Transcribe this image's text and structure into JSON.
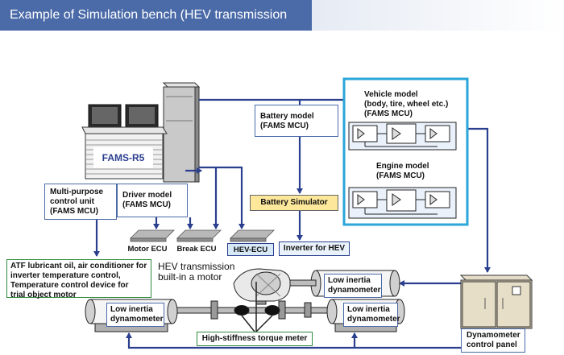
{
  "title": "Example of Simulation bench (HEV transmission test)",
  "computer": {
    "label": "FAMS-R5"
  },
  "multipurpose": {
    "lines": [
      "Multi-purpose",
      "control unit",
      "(FAMS MCU)"
    ]
  },
  "driver_model": {
    "lines": [
      "Driver model",
      "(FAMS MCU)"
    ]
  },
  "battery_model": {
    "lines": [
      "Battery model",
      "(FAMS MCU)"
    ]
  },
  "battery_simulator": {
    "label": "Battery Simulator"
  },
  "vehicle_model": {
    "lines": [
      "Vehicle model",
      "(body, tire, wheel etc.)",
      "(FAMS MCU)"
    ]
  },
  "engine_model": {
    "lines": [
      "Engine model",
      "(FAMS MCU)"
    ]
  },
  "ecus": {
    "motor": "Motor ECU",
    "break": "Break ECU",
    "hev": "HEV-ECU"
  },
  "inverter": {
    "label": "Inverter for HEV"
  },
  "atf": {
    "lines": [
      "ATF lubricant oil, air conditioner for",
      "inverter temperature control,",
      "Temperature control device for",
      "trial object motor"
    ]
  },
  "transmission": {
    "lines": [
      "HEV transmission",
      "built-in a motor"
    ]
  },
  "dyno_left": {
    "lines": [
      "Low inertia",
      "dynamometer"
    ]
  },
  "dyno_right": {
    "lines": [
      "Low inertia",
      "dynamometer"
    ]
  },
  "dyno_top": {
    "lines": [
      "Low inertia",
      "dynamometer"
    ]
  },
  "torque_meter": {
    "label": "High-stiffness torque meter"
  },
  "dyno_panel": {
    "lines": [
      "Dynamometer",
      "control panel"
    ]
  },
  "colors": {
    "accent": "#4a6aa8",
    "line": "#2b3f8f",
    "highlight_border": "#2aa6d8",
    "battery_fill": "#fde79a"
  }
}
